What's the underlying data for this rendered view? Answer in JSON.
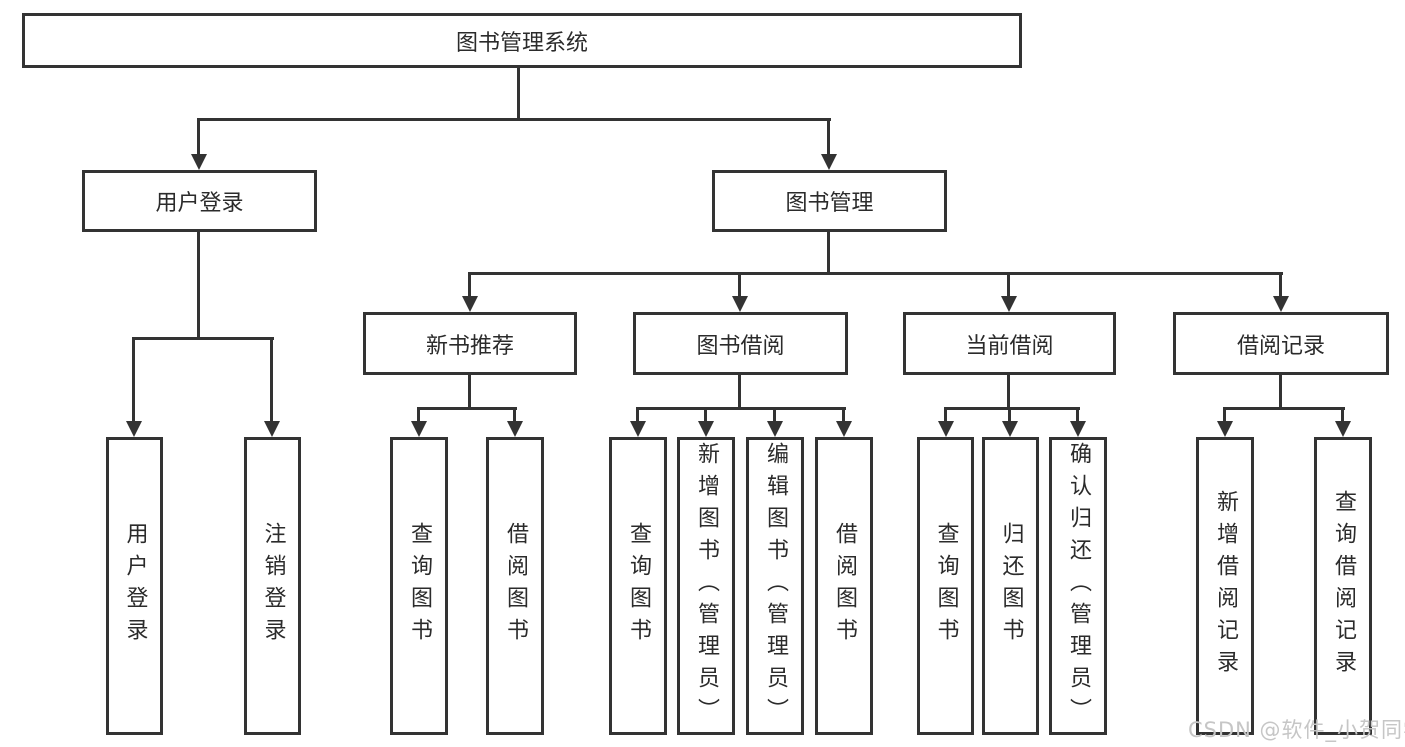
{
  "colors": {
    "line": "#333333",
    "text": "#2b2b2b",
    "box_background": "#ffffff",
    "page_background": "#ffffff",
    "watermark": "#c6c6c6"
  },
  "watermark": {
    "text": "CSDN @软件_小贺同学"
  },
  "tree": {
    "label": "图书管理系统",
    "children": [
      {
        "label": "用户登录",
        "children": [
          {
            "label": "用户登录"
          },
          {
            "label": "注销登录"
          }
        ]
      },
      {
        "label": "图书管理",
        "children": [
          {
            "label": "新书推荐",
            "children": [
              {
                "label": "查询图书"
              },
              {
                "label": "借阅图书"
              }
            ]
          },
          {
            "label": "图书借阅",
            "children": [
              {
                "label": "查询图书"
              },
              {
                "label": "新增图书（管理员）"
              },
              {
                "label": "编辑图书（管理员）"
              },
              {
                "label": "借阅图书"
              }
            ]
          },
          {
            "label": "当前借阅",
            "children": [
              {
                "label": "查询图书"
              },
              {
                "label": "归还图书"
              },
              {
                "label": "确认归还（管理员）"
              }
            ]
          },
          {
            "label": "借阅记录",
            "children": [
              {
                "label": "新增借阅记录"
              },
              {
                "label": "查询借阅记录"
              }
            ]
          }
        ]
      }
    ]
  }
}
